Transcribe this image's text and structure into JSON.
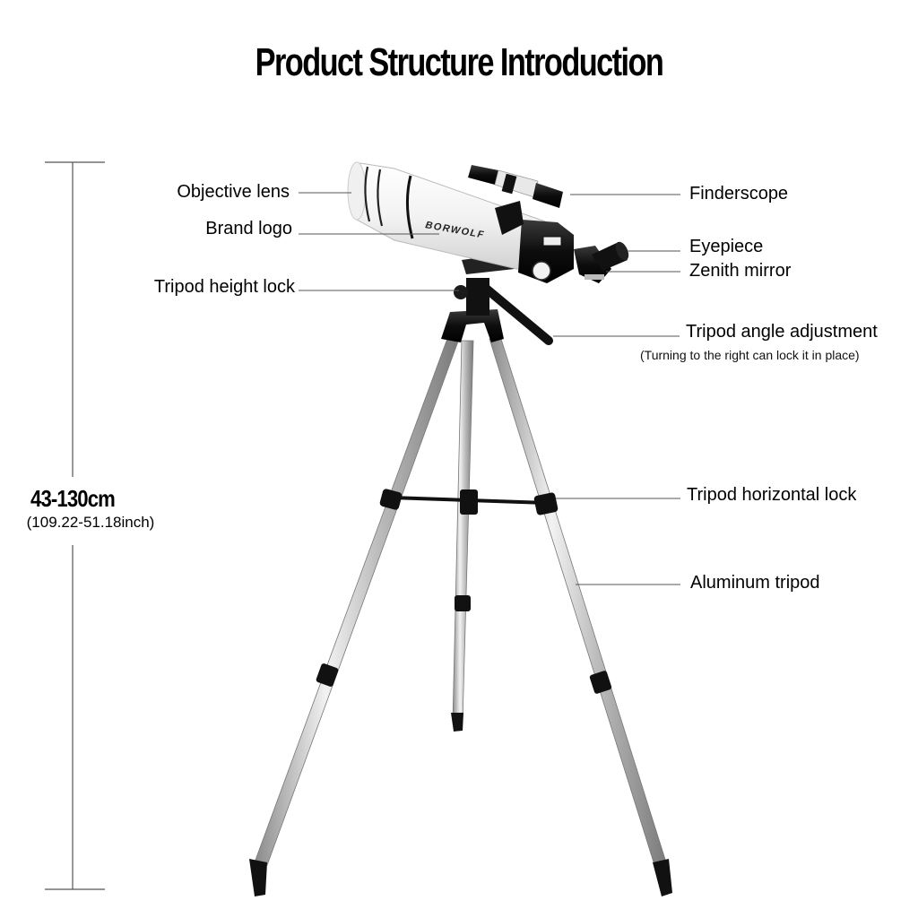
{
  "title": "Product Structure Introduction",
  "dimension": {
    "height_range": "43-130cm",
    "height_range_inches": "(109.22-51.18inch)"
  },
  "product": {
    "brand": "BORWOLF"
  },
  "labels": {
    "objective_lens": "Objective lens",
    "brand_logo": "Brand logo",
    "tripod_height_lock": "Tripod height lock",
    "finderscope": "Finderscope",
    "eyepiece": "Eyepiece",
    "zenith_mirror": "Zenith mirror",
    "tripod_angle_adjustment": "Tripod angle adjustment",
    "tripod_angle_adjustment_note": "(Turning to the right can lock it in place)",
    "tripod_horizontal_lock": "Tripod horizontal lock",
    "aluminum_tripod": "Aluminum tripod"
  },
  "colors": {
    "leader_line": "#555555",
    "tube_white": "#f4f4f4",
    "black_parts": "#111111",
    "aluminum": "#c8c8c8",
    "brand_accent": "#e02020"
  }
}
